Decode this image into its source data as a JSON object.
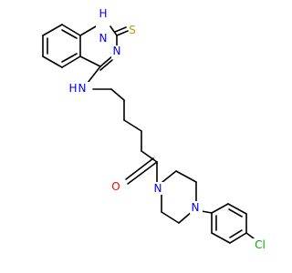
{
  "molecule": {
    "atoms": {
      "NH_ring": "N",
      "NH_ring_h": "H",
      "S": "S",
      "N_ring": "N",
      "NH_amine": "N",
      "NH_amine_h": "H",
      "O": "O",
      "N_pip_1": "N",
      "N_pip_2": "N",
      "Cl": "Cl"
    },
    "colors": {
      "nitrogen": "#0000ff",
      "oxygen": "#ff0000",
      "sulfur": "#b8a000",
      "chlorine": "#00aa00",
      "carbon": "#000000"
    }
  }
}
